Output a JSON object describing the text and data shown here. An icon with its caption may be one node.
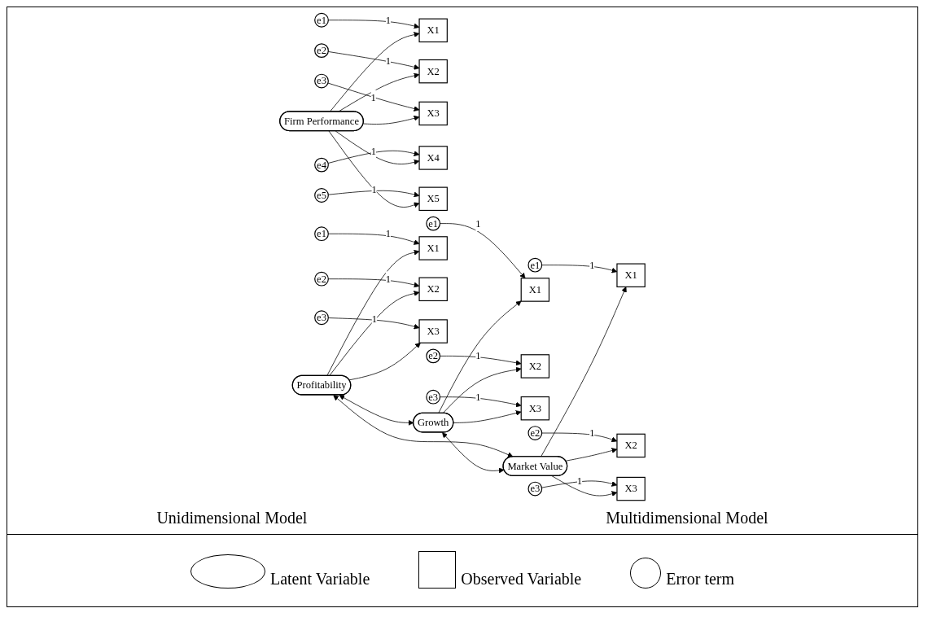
{
  "diagram": {
    "nodes": [
      {
        "text": [
          "Firm Performance"
        ]
      },
      {
        "text": [
          "X1"
        ]
      },
      {
        "text": [
          "X2"
        ]
      },
      {
        "text": [
          "X3"
        ]
      },
      {
        "text": [
          "X4"
        ]
      },
      {
        "text": [
          "X5"
        ]
      },
      {
        "text": [
          "e1"
        ]
      },
      {
        "text": [
          "e2"
        ]
      },
      {
        "text": [
          "e3"
        ]
      },
      {
        "text": [
          "e4"
        ]
      },
      {
        "text": [
          "e5"
        ]
      },
      {
        "text": [
          "Profitability"
        ]
      },
      {
        "text": [
          "Growth"
        ]
      },
      {
        "text": [
          "Market Value"
        ]
      },
      {
        "text": [
          "X1"
        ]
      },
      {
        "text": [
          "X2"
        ]
      },
      {
        "text": [
          "X3"
        ]
      },
      {
        "text": [
          "e1"
        ]
      },
      {
        "text": [
          "e2"
        ]
      },
      {
        "text": [
          "e3"
        ]
      },
      {
        "text": [
          "X1"
        ]
      },
      {
        "text": [
          "X2"
        ]
      },
      {
        "text": [
          "X3"
        ]
      },
      {
        "text": [
          "e1"
        ]
      },
      {
        "text": [
          "e2"
        ]
      },
      {
        "text": [
          "e3"
        ]
      },
      {
        "text": [
          "X1"
        ]
      },
      {
        "text": [
          "X2"
        ]
      },
      {
        "text": [
          "X3"
        ]
      },
      {
        "text": [
          "e1"
        ]
      },
      {
        "text": [
          "e2"
        ]
      },
      {
        "text": [
          "e3"
        ]
      }
    ],
    "edges": [
      {
        "from": 0,
        "to": 1,
        "arrow": "to"
      },
      {
        "from": 0,
        "to": 2,
        "arrow": "to"
      },
      {
        "from": 0,
        "to": 3,
        "arrow": "to"
      },
      {
        "from": 0,
        "to": 4,
        "arrow": "to"
      },
      {
        "from": 0,
        "to": 5,
        "arrow": "to"
      },
      {
        "from": 6,
        "to": 1,
        "arrow": "to",
        "label": "1"
      },
      {
        "from": 7,
        "to": 2,
        "arrow": "to",
        "label": "1"
      },
      {
        "from": 8,
        "to": 3,
        "arrow": "to",
        "label": "1"
      },
      {
        "from": 9,
        "to": 4,
        "arrow": "to",
        "label": "1"
      },
      {
        "from": 10,
        "to": 5,
        "arrow": "to",
        "label": "1"
      },
      {
        "from": 11,
        "to": 12,
        "arrow": "both"
      },
      {
        "from": 12,
        "to": 13,
        "arrow": "both"
      },
      {
        "from": 11,
        "to": 13,
        "arrow": "both"
      },
      {
        "from": 11,
        "to": 14,
        "arrow": "to"
      },
      {
        "from": 11,
        "to": 15,
        "arrow": "to"
      },
      {
        "from": 11,
        "to": 16,
        "arrow": "to"
      },
      {
        "from": 17,
        "to": 14,
        "arrow": "to",
        "label": "1"
      },
      {
        "from": 18,
        "to": 15,
        "arrow": "to",
        "label": "1"
      },
      {
        "from": 19,
        "to": 16,
        "arrow": "to",
        "label": "1"
      },
      {
        "from": 12,
        "to": 20,
        "arrow": "to"
      },
      {
        "from": 12,
        "to": 21,
        "arrow": "to"
      },
      {
        "from": 12,
        "to": 22,
        "arrow": "to"
      },
      {
        "from": 23,
        "to": 20,
        "arrow": "to",
        "label": "1"
      },
      {
        "from": 24,
        "to": 21,
        "arrow": "to",
        "label": "1"
      },
      {
        "from": 25,
        "to": 22,
        "arrow": "to",
        "label": "1"
      },
      {
        "from": 13,
        "to": 26,
        "arrow": "to"
      },
      {
        "from": 13,
        "to": 27,
        "arrow": "to"
      },
      {
        "from": 13,
        "to": 28,
        "arrow": "to"
      },
      {
        "from": 29,
        "to": 26,
        "arrow": "to",
        "label": "1"
      },
      {
        "from": 30,
        "to": 27,
        "arrow": "to",
        "label": "1"
      },
      {
        "from": 31,
        "to": 28,
        "arrow": "to",
        "label": "1"
      }
    ],
    "labels": [
      "Unidimensional Model",
      "Multidimensional Model"
    ],
    "legend": [
      {
        "text": "Latent Variable"
      },
      {
        "text": "Observed Variable"
      },
      {
        "text": "Error term"
      }
    ]
  }
}
